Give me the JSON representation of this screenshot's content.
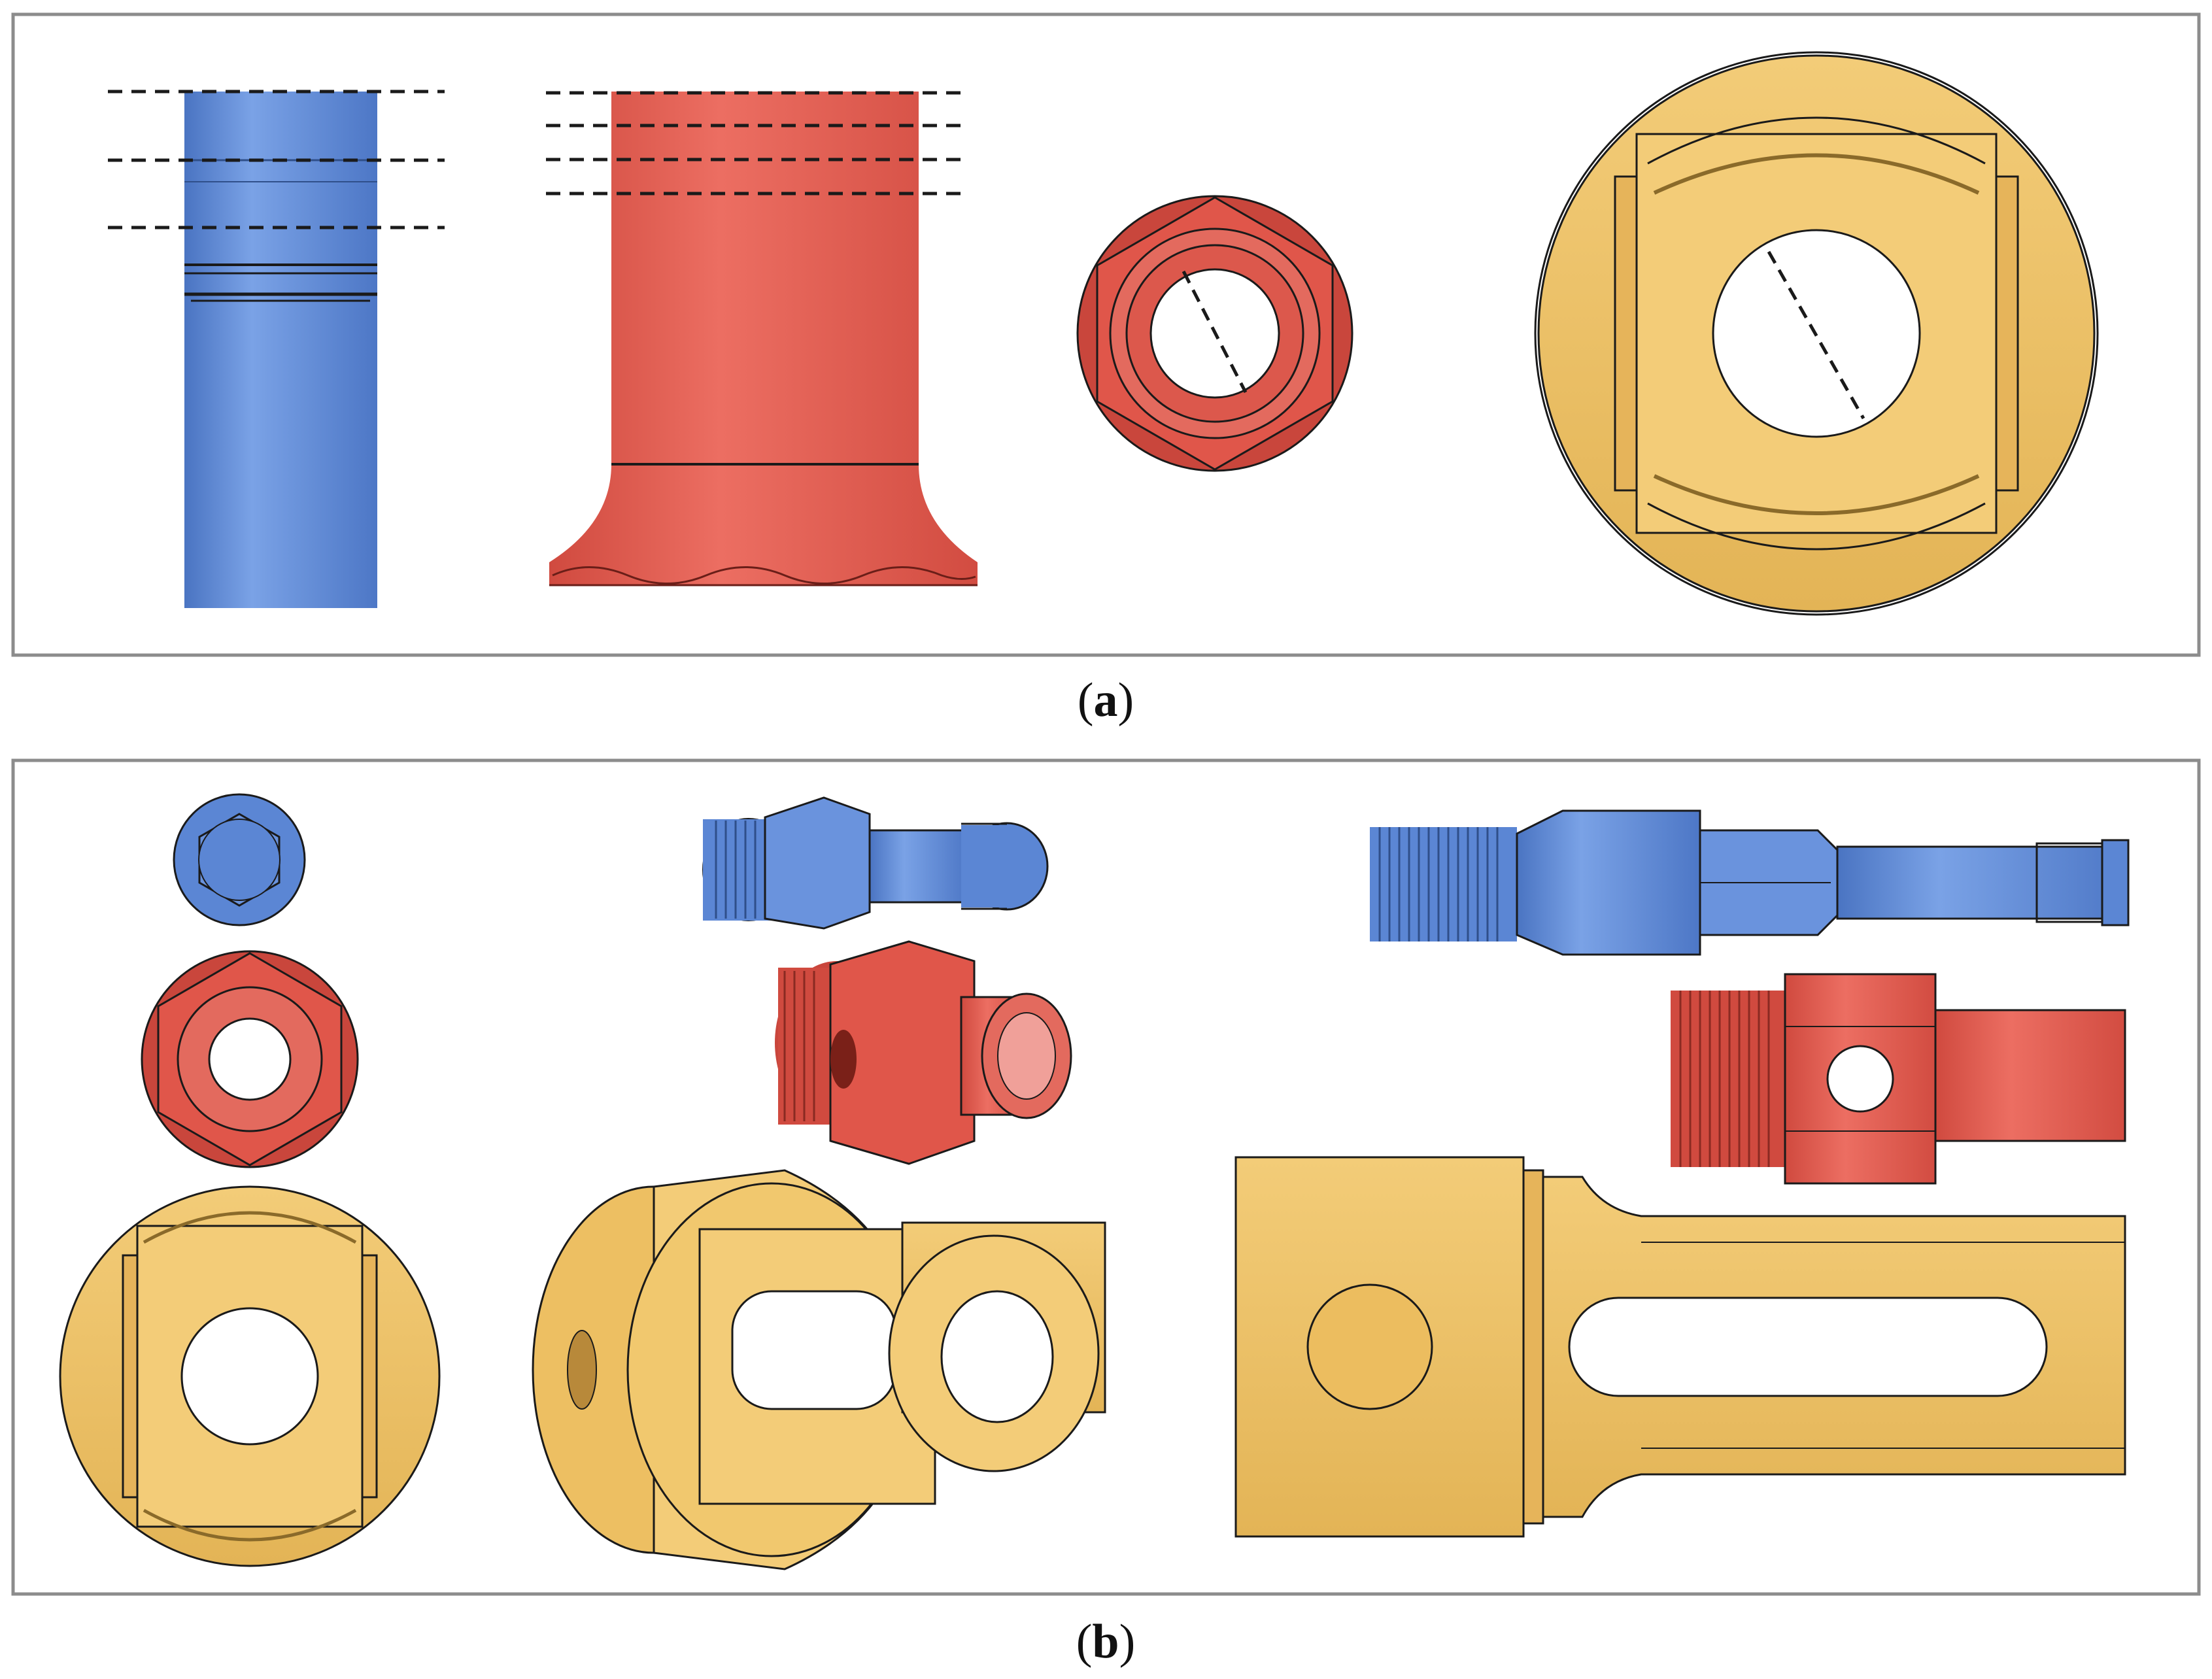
{
  "figure": {
    "panel_a": {
      "label": "a",
      "open": "(",
      "close": ")"
    },
    "panel_b": {
      "label": "b",
      "open": "(",
      "close": ")"
    }
  },
  "colors": {
    "blue": "#5b86d4",
    "blue_dark": "#3f66b0",
    "red": "#e0564a",
    "red_dark": "#b93b31",
    "yellow": "#f1c86e",
    "yellow_dark": "#d7a94a",
    "frame": "#8c8c8c",
    "line": "#1a1a1a"
  },
  "parts": {
    "panel_a": [
      "blue-stem-side-view",
      "red-nut-side-view",
      "red-nut-end-view",
      "yellow-housing-end-view"
    ],
    "panel_b": [
      "blue-stem-end-view",
      "blue-stem-iso-view",
      "blue-stem-side-view",
      "red-nut-end-view",
      "red-nut-iso-view",
      "red-nut-side-view",
      "yellow-housing-end-view",
      "yellow-housing-iso-view",
      "yellow-housing-side-view"
    ]
  }
}
